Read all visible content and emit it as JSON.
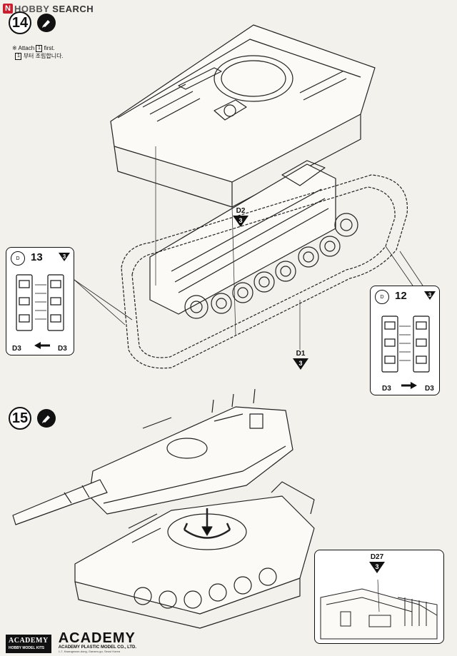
{
  "watermark": {
    "badge": "N",
    "text_a": "HOBBY",
    "text_b": "SEARCH"
  },
  "steps": [
    {
      "number": "14",
      "note": {
        "line1_prefix": "※ Attach",
        "line1_part": "1",
        "line1_suffix": "first.",
        "line2_part": "1",
        "line2_text": "부터 조립합니다."
      }
    },
    {
      "number": "15"
    }
  ],
  "callouts": {
    "left": {
      "badge": "D",
      "number": "13",
      "qty": "3",
      "part_left": "D3",
      "part_right": "D3"
    },
    "right": {
      "badge": "D",
      "number": "12",
      "qty": "3",
      "part_left": "D3",
      "part_right": "D3"
    }
  },
  "refs": [
    {
      "code": "D2",
      "qty": "3"
    },
    {
      "code": "D1",
      "qty": "3"
    },
    {
      "code": "D27",
      "qty": "3"
    }
  ],
  "footer": {
    "box_line1": "ACADEMY",
    "box_line2": "HOBBY MODEL KITS",
    "wordmark": "ACADEMY",
    "company": "ACADEMY PLASTIC MODEL CO., LTD.",
    "address": "1-7, Kwangwoon-dong, Ganseo-gu, Seoul Korea"
  }
}
